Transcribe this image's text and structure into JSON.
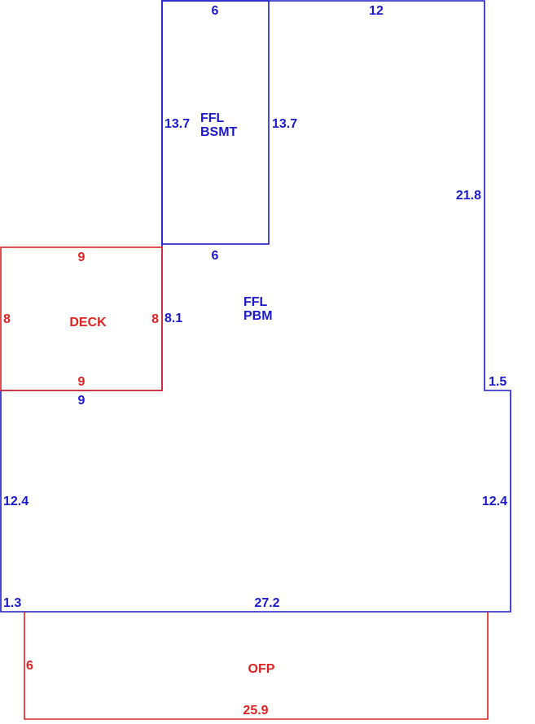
{
  "colors": {
    "main": "#1a1acc",
    "secondary": "#dd2222",
    "background": "#ffffff"
  },
  "basement": {
    "name_line1": "FFL",
    "name_line2": "BSMT",
    "top": "6",
    "left": "13.7",
    "right": "13.7",
    "bottom": "6"
  },
  "main_floor": {
    "name_line1": "FFL",
    "name_line2": "PBM",
    "top_right": "12",
    "right_upper": "21.8",
    "step": "1.5",
    "right_lower": "12.4",
    "left_lower": "12.4",
    "bottom": "27.2",
    "offset": "1.3",
    "deck_side": "8.1",
    "under_deck": "9"
  },
  "deck": {
    "name": "DECK",
    "top": "9",
    "left": "8",
    "right": "8",
    "bottom": "9"
  },
  "porch": {
    "name": "OFP",
    "left": "6",
    "bottom": "25.9"
  }
}
